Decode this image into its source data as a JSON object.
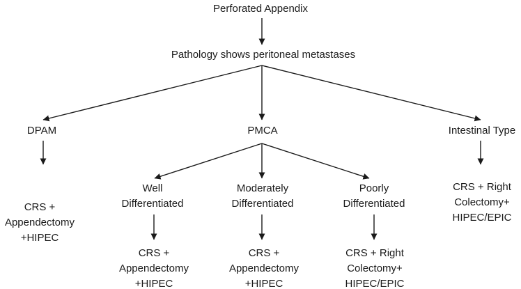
{
  "nodes": {
    "root": {
      "lines": [
        "Perforated Appendix"
      ]
    },
    "pathology": {
      "lines": [
        "Pathology shows peritoneal metastases"
      ]
    },
    "dpam": {
      "lines": [
        "DPAM"
      ]
    },
    "pmca": {
      "lines": [
        "PMCA"
      ]
    },
    "intestinal": {
      "lines": [
        "Intestinal Type"
      ]
    },
    "dpam_tx": {
      "lines": [
        "CRS +",
        "Appendectomy",
        "+HIPEC"
      ]
    },
    "well": {
      "lines": [
        "Well",
        "Differentiated"
      ]
    },
    "moderate": {
      "lines": [
        "Moderately",
        "Differentiated"
      ]
    },
    "poor": {
      "lines": [
        "Poorly",
        "Differentiated"
      ]
    },
    "intestinal_tx": {
      "lines": [
        "CRS + Right",
        "Colectomy+",
        "HIPEC/EPIC"
      ]
    },
    "well_tx": {
      "lines": [
        "CRS +",
        "Appendectomy",
        "+HIPEC"
      ]
    },
    "moderate_tx": {
      "lines": [
        "CRS +",
        "Appendectomy",
        "+HIPEC"
      ]
    },
    "poor_tx": {
      "lines": [
        "CRS + Right",
        "Colectomy+",
        "HIPEC/EPIC"
      ]
    }
  },
  "edges": [
    {
      "from": "root",
      "to": "pathology"
    },
    {
      "from": "pathology",
      "to": "dpam"
    },
    {
      "from": "pathology",
      "to": "pmca"
    },
    {
      "from": "pathology",
      "to": "intestinal"
    },
    {
      "from": "dpam",
      "to": "dpam_tx"
    },
    {
      "from": "intestinal",
      "to": "intestinal_tx"
    },
    {
      "from": "pmca",
      "to": "well"
    },
    {
      "from": "pmca",
      "to": "moderate"
    },
    {
      "from": "pmca",
      "to": "poor"
    },
    {
      "from": "well",
      "to": "well_tx"
    },
    {
      "from": "moderate",
      "to": "moderate_tx"
    },
    {
      "from": "poor",
      "to": "poor_tx"
    }
  ],
  "colors": {
    "text": "#1a1a1a",
    "line": "#1a1a1a",
    "background": "#ffffff"
  }
}
